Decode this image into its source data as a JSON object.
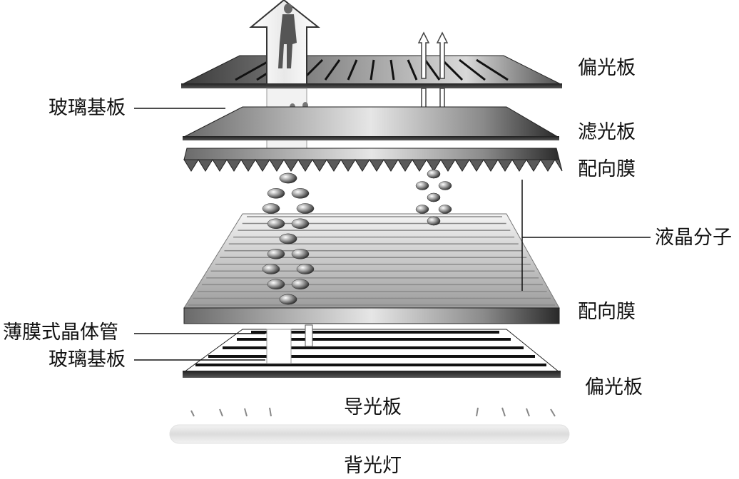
{
  "labels": {
    "polarizer_top": "偏光板",
    "glass_substrate_top": "玻璃基板",
    "color_filter": "滤光板",
    "alignment_film_top": "配向膜",
    "liquid_crystal_molecules": "液晶分子",
    "alignment_film_bottom": "配向膜",
    "thin_film_transistor": "薄膜式晶体管",
    "glass_substrate_bottom": "玻璃基板",
    "polarizer_bottom": "偏光板",
    "light_guide_plate": "导光板",
    "backlight": "背光灯"
  }
}
